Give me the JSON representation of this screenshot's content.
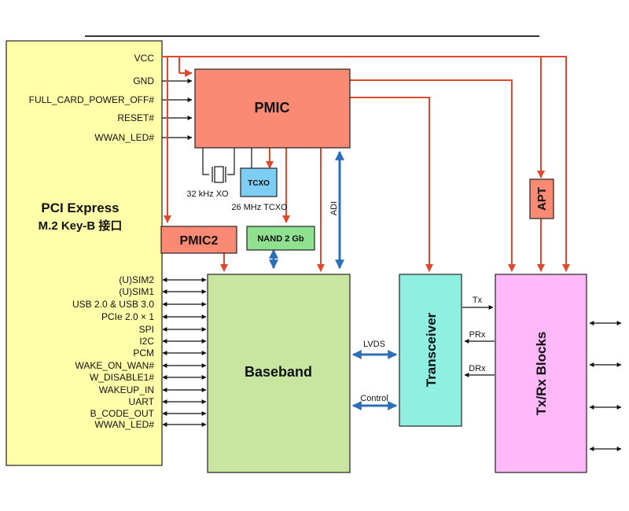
{
  "colors": {
    "pci_block": "#ffffaa",
    "pmic": "#fa8a74",
    "baseband": "#c8e6a0",
    "transceiver": "#8ff0e2",
    "txrx": "#ffb8f8",
    "tcxo": "#7ecdf4",
    "nand": "#8fe08f",
    "power_line": "#e0482c",
    "data_line": "#2a6fb8"
  },
  "blocks": {
    "pci_title_line1": "PCI Express",
    "pci_title_line2": "M.2 Key-B 接口",
    "pmic": "PMIC",
    "pmic2": "PMIC2",
    "baseband": "Baseband",
    "transceiver": "Transceiver",
    "txrx": "Tx/Rx Blocks",
    "apt": "APT",
    "tcxo": "TCXO",
    "nand": "NAND 2 Gb"
  },
  "pmic_pins": [
    "VCC",
    "GND",
    "FULL_CARD_POWER_OFF#",
    "RESET#",
    "WWAN_LED#"
  ],
  "baseband_pins": [
    "(U)SIM2",
    "(U)SIM1",
    "USB 2.0 & USB 3.0",
    "PCIe 2.0 × 1",
    "SPI",
    "I2C",
    "PCM",
    "WAKE_ON_WAN#",
    "W_DISABLE1#",
    "WAKEUP_IN",
    "UART",
    "B_CODE_OUT",
    "WWAN_LED#"
  ],
  "labels": {
    "xo": "32 kHz XO",
    "tcxo_freq": "26 MHz TCXO",
    "adi": "ADI",
    "lvds": "LVDS",
    "control": "Control",
    "tx": "Tx",
    "prx": "PRx",
    "drx": "DRx"
  }
}
